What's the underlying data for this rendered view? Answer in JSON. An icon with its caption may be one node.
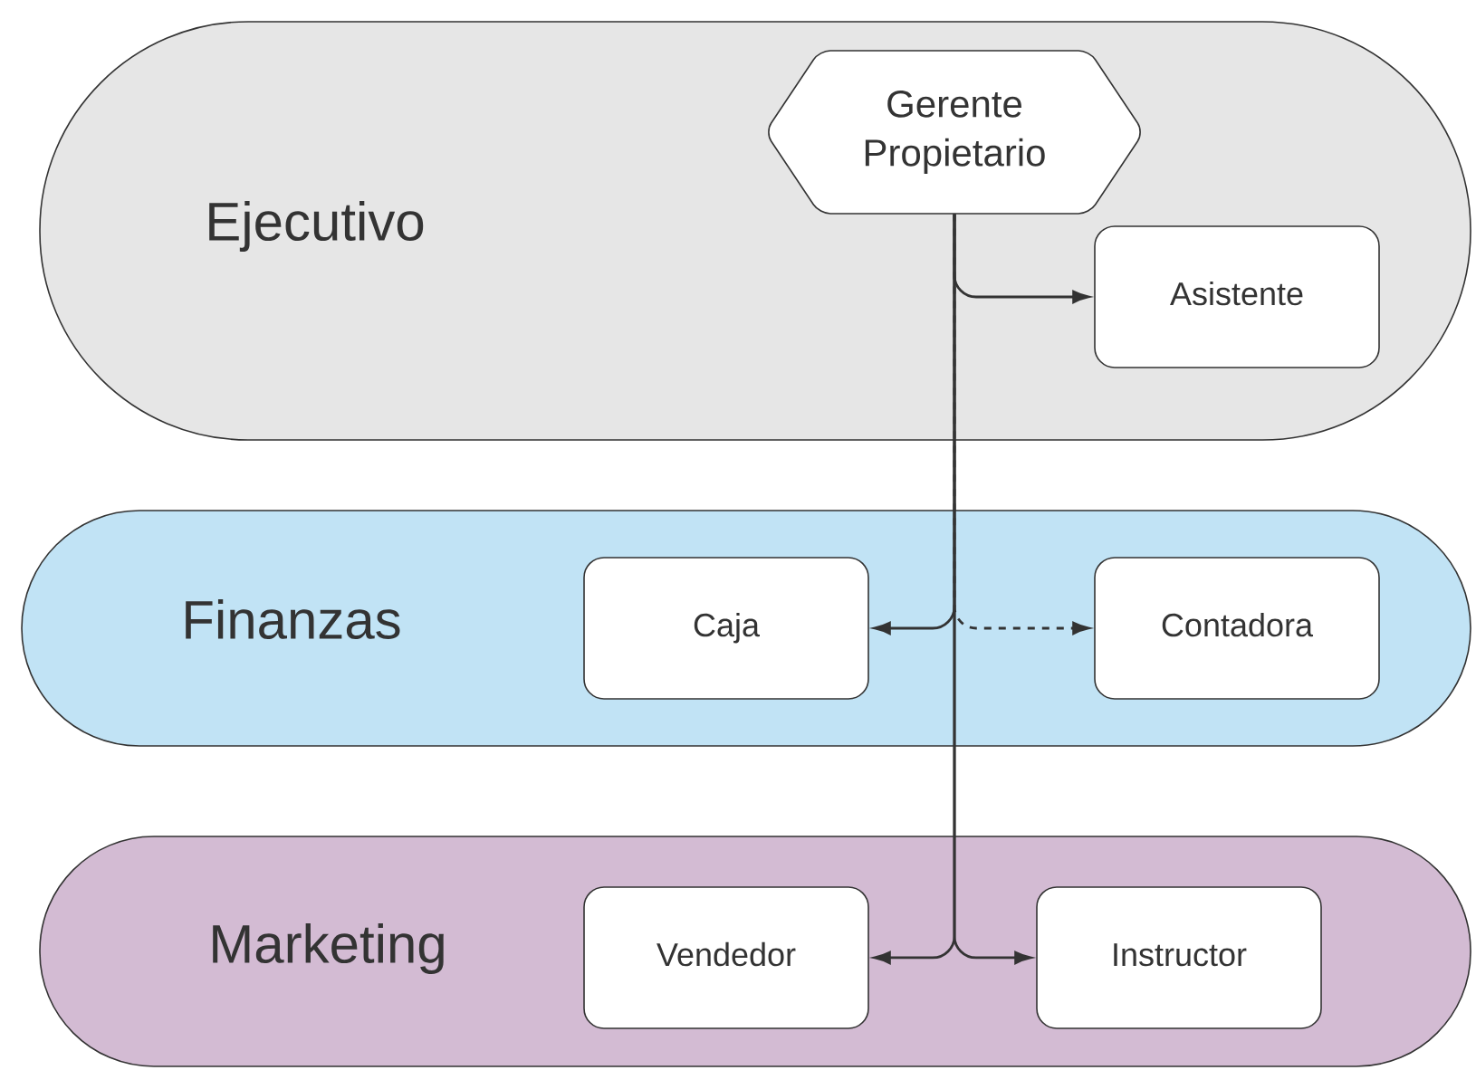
{
  "diagram": {
    "nodes": [
      {
        "text": [
          "Ejecutivo"
        ]
      },
      {
        "text": [
          "Gerente Propietario"
        ],
        "in": 0
      },
      {
        "text": [
          "Asistente"
        ],
        "in": 0
      },
      {
        "text": [
          "Finanzas"
        ]
      },
      {
        "text": [
          "Caja"
        ],
        "in": 3
      },
      {
        "text": [
          "Contadora"
        ],
        "in": 3
      },
      {
        "text": [
          "Marketing"
        ]
      },
      {
        "text": [
          "Vendedor"
        ],
        "in": 6
      },
      {
        "text": [
          "Instructor"
        ],
        "in": 6
      }
    ],
    "edges": [
      {
        "from": 1,
        "to": 2,
        "arrow": "to"
      },
      {
        "from": 1,
        "to": 4,
        "arrow": "to"
      },
      {
        "from": 1,
        "to": 5,
        "arrow": "to",
        "style": "dashed"
      },
      {
        "from": 1,
        "to": 7,
        "arrow": "to"
      },
      {
        "from": 1,
        "to": 8,
        "arrow": "to"
      }
    ]
  }
}
